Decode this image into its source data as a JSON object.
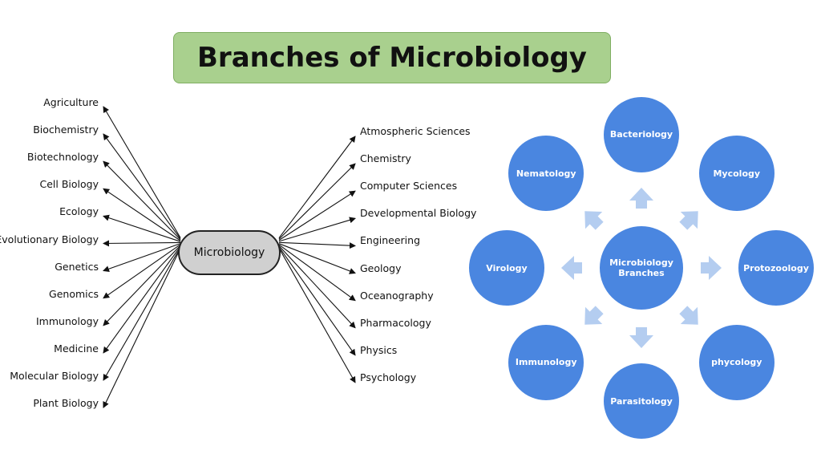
{
  "title": "Branches of Microbiology",
  "mindmap": {
    "center": "Microbiology",
    "left": [
      "Agriculture",
      "Biochemistry",
      "Biotechnology",
      "Cell Biology",
      "Ecology",
      "Evolutionary Biology",
      "Genetics",
      "Genomics",
      "Immunology",
      "Medicine",
      "Molecular Biology",
      "Plant Biology"
    ],
    "right": [
      "Atmospheric Sciences",
      "Chemistry",
      "Computer Sciences",
      "Developmental Biology",
      "Engineering",
      "Geology",
      "Oceanography",
      "Pharmacology",
      "Physics",
      "Psychology"
    ]
  },
  "radial": {
    "hub": [
      "Microbiology",
      "Branches"
    ],
    "branches": [
      "Bacteriology",
      "Mycology",
      "Protozoology",
      "phycology",
      "Parasitology",
      "Immunology",
      "Virology",
      "Nematology"
    ]
  },
  "colors": {
    "title_bg": "#a9d08e",
    "circle": "#4a86e0",
    "arrow": "#b4cdf0",
    "center_node": "#d0d0d0"
  }
}
